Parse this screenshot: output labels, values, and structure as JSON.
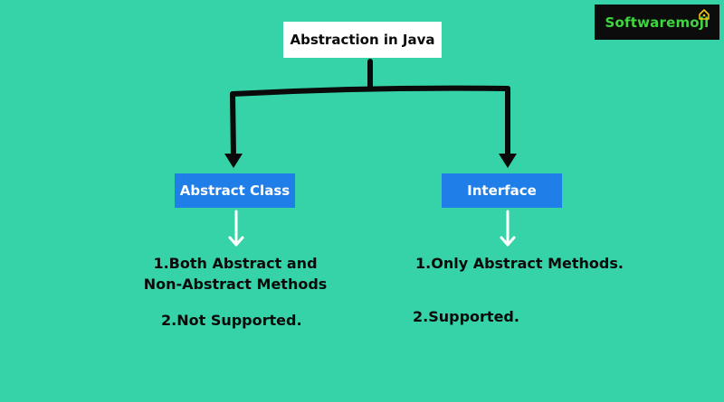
{
  "diagram": {
    "root": {
      "label": "Abstraction in Java"
    },
    "branches": [
      {
        "label": "Abstract Class",
        "points": [
          {
            "line1": "1.Both Abstract and",
            "line2": "Non-Abstract Methods"
          },
          {
            "text": "2.Not Supported."
          }
        ]
      },
      {
        "label": "Interface",
        "points": [
          {
            "text": "1.Only Abstract Methods."
          },
          {
            "text": "2.Supported."
          }
        ]
      }
    ]
  },
  "logo": {
    "text": "Softwaremoji"
  },
  "colors": {
    "background": "#36d3a8",
    "root_box": "#ffffff",
    "branch_box": "#1f7ee8",
    "connector_black": "#0a0a0a",
    "connector_white": "#ffffff",
    "logo_bg": "#0c0c0c",
    "logo_text": "#3ed63e",
    "logo_mark": "#f2c413"
  }
}
